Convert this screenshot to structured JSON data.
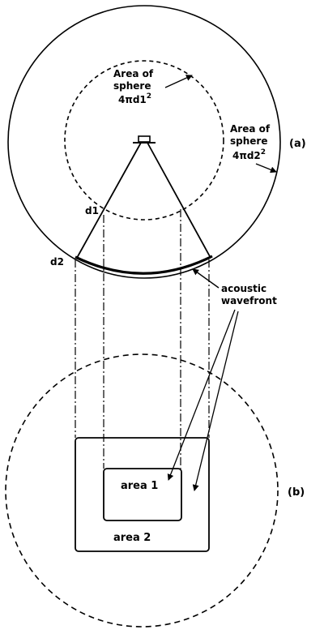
{
  "part_a": {
    "panel_label": "(a)",
    "inner_area_line1": "Area of",
    "inner_area_line2": "sphere",
    "inner_area_formula": "4πd1",
    "inner_area_exp": "2",
    "outer_area_line1": "Area of",
    "outer_area_line2": "sphere",
    "outer_area_formula": "4πd2",
    "outer_area_exp": "2",
    "d1_label": "d1",
    "d2_label": "d2",
    "wavefront_line1": "acoustic",
    "wavefront_line2": "wavefront"
  },
  "part_b": {
    "panel_label": "(b)",
    "area1_label": "area 1",
    "area2_label": "area 2"
  }
}
